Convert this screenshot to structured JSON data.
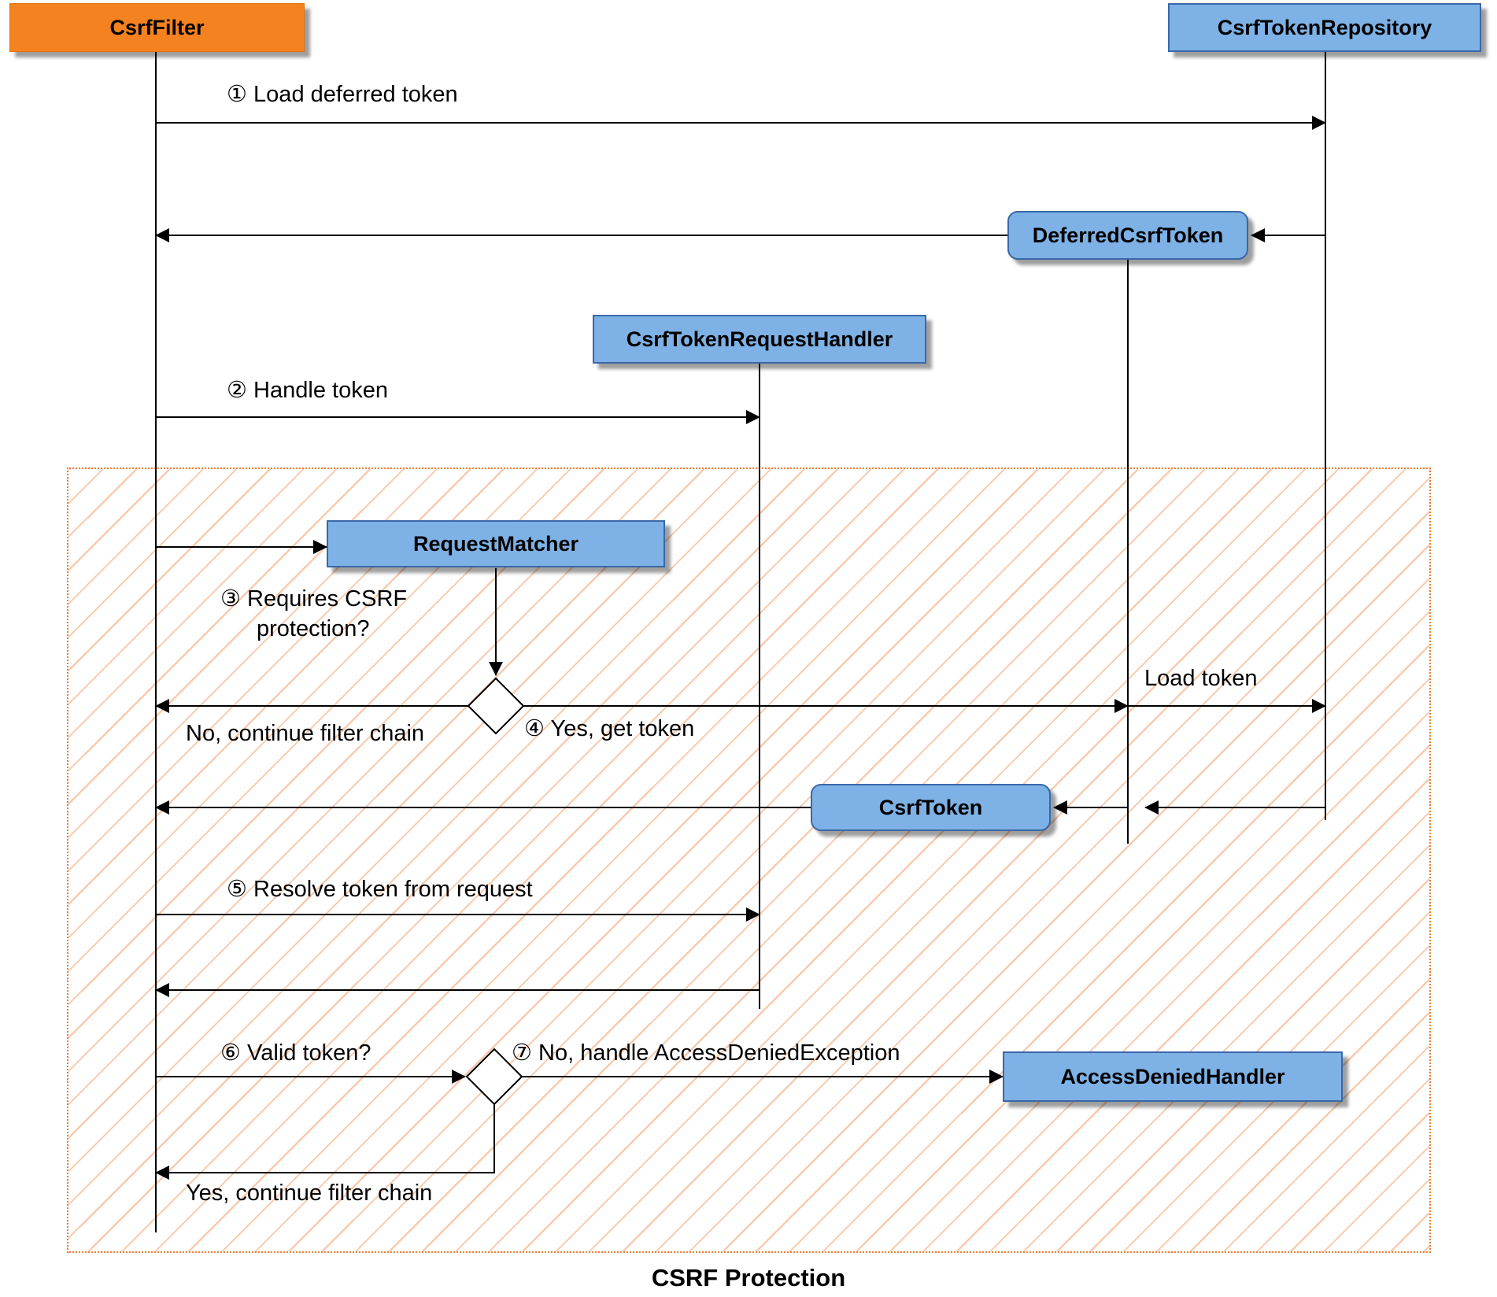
{
  "title": "CSRF Protection",
  "nodes": {
    "csrf_filter": {
      "label": "CsrfFilter"
    },
    "csrf_token_repository": {
      "label": "CsrfTokenRepository"
    },
    "deferred_csrf_token": {
      "label": "DeferredCsrfToken"
    },
    "csrf_token_request_handler": {
      "label": "CsrfTokenRequestHandler"
    },
    "request_matcher": {
      "label": "RequestMatcher"
    },
    "csrf_token": {
      "label": "CsrfToken"
    },
    "access_denied_handler": {
      "label": "AccessDeniedHandler"
    }
  },
  "messages": {
    "load_deferred_token": "① Load deferred token",
    "handle_token": "② Handle token",
    "requires_csrf_protection": "③ Requires CSRF protection?",
    "no_continue_filter_chain": "No, continue filter chain",
    "yes_get_token": "④ Yes, get token",
    "load_token": "Load token",
    "resolve_token_from_request": "⑤ Resolve token from request",
    "valid_token": "⑥ Valid token?",
    "no_handle_access_denied": "⑦ No, handle AccessDeniedException",
    "yes_continue_filter_chain": "Yes, continue filter chain"
  },
  "colors": {
    "actor_fill": "#F58220",
    "node_fill": "#7EB2E6",
    "node_border": "#3A67A8",
    "hatch_line": "#ED7D31",
    "region_border": "#ED7D31",
    "line": "#000000"
  }
}
